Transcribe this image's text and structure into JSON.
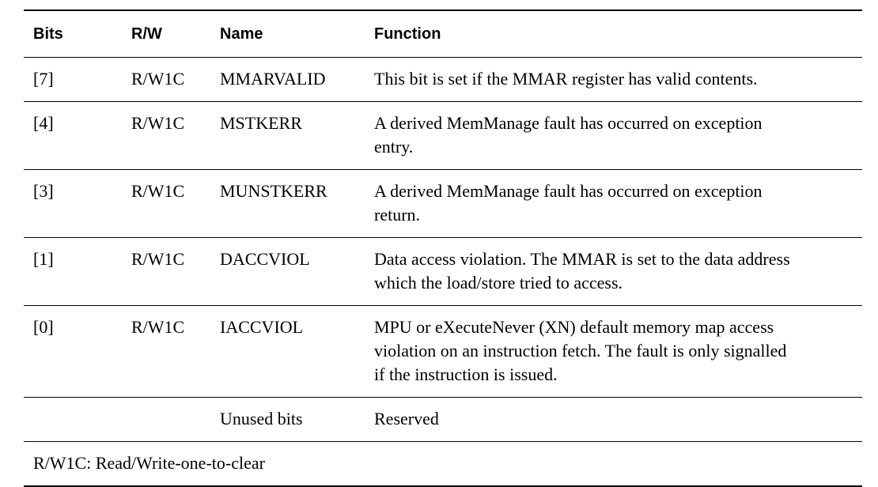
{
  "table": {
    "headers": {
      "bits": "Bits",
      "rw": "R/W",
      "name": "Name",
      "function": "Function"
    },
    "rows": [
      {
        "bits": "[7]",
        "rw": "R/W1C",
        "name": "MMARVALID",
        "function_lines": [
          "This bit is set if the MMAR register has valid contents."
        ]
      },
      {
        "bits": "[4]",
        "rw": "R/W1C",
        "name": "MSTKERR",
        "function_lines": [
          "A derived MemManage fault has occurred on exception",
          "entry."
        ]
      },
      {
        "bits": "[3]",
        "rw": "R/W1C",
        "name": "MUNSTKERR",
        "function_lines": [
          "A derived MemManage fault has occurred on exception",
          "return."
        ]
      },
      {
        "bits": "[1]",
        "rw": "R/W1C",
        "name": "DACCVIOL",
        "function_lines": [
          "Data access violation. The MMAR is set to the data address",
          "which the load/store tried to access."
        ]
      },
      {
        "bits": "[0]",
        "rw": "R/W1C",
        "name": "IACCVIOL",
        "function_lines": [
          "MPU or eXecuteNever (XN) default memory map access",
          "violation on an instruction fetch. The fault is only signalled",
          "if the instruction is issued."
        ]
      },
      {
        "bits": "",
        "rw": "",
        "name": "Unused bits",
        "function_lines": [
          "Reserved"
        ]
      }
    ],
    "footnote": "R/W1C: Read/Write-one-to-clear"
  },
  "colors": {
    "background": "#ffffff",
    "text": "#000000",
    "rule": "#000000"
  }
}
